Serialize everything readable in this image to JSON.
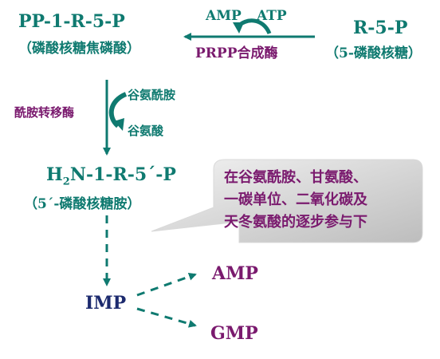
{
  "top_left": {
    "title": "PP-1-R-5-P",
    "subtitle": "（磷酸核糖焦磷酸）"
  },
  "top_right": {
    "title": "R-5-P",
    "subtitle": "（5-磷酸核糖）"
  },
  "reaction1": {
    "cofactor_in": "AMP",
    "cofactor_out": "ATP",
    "enzyme": "PRPP合成酶"
  },
  "reaction2": {
    "enzyme": "酰胺转移酶",
    "substrate": "谷氨酰胺",
    "product": "谷氨酸"
  },
  "middle": {
    "title_h": "H",
    "title_sub": "2",
    "title_rest": "N-1-R-5´-P",
    "subtitle": "（5´-磷酸核糖胺）"
  },
  "callout": {
    "lines": [
      "在谷氨酰胺、甘氨酸、",
      "一碳单位、二氧化碳及",
      "天冬氨酸的逐步参与下"
    ]
  },
  "bottom": {
    "imp": "IMP",
    "amp": "AMP",
    "gmp": "GMP"
  },
  "colors": {
    "teal": "#0f7a70",
    "purple": "#7a1a6e",
    "navy": "#1c2a6e"
  }
}
